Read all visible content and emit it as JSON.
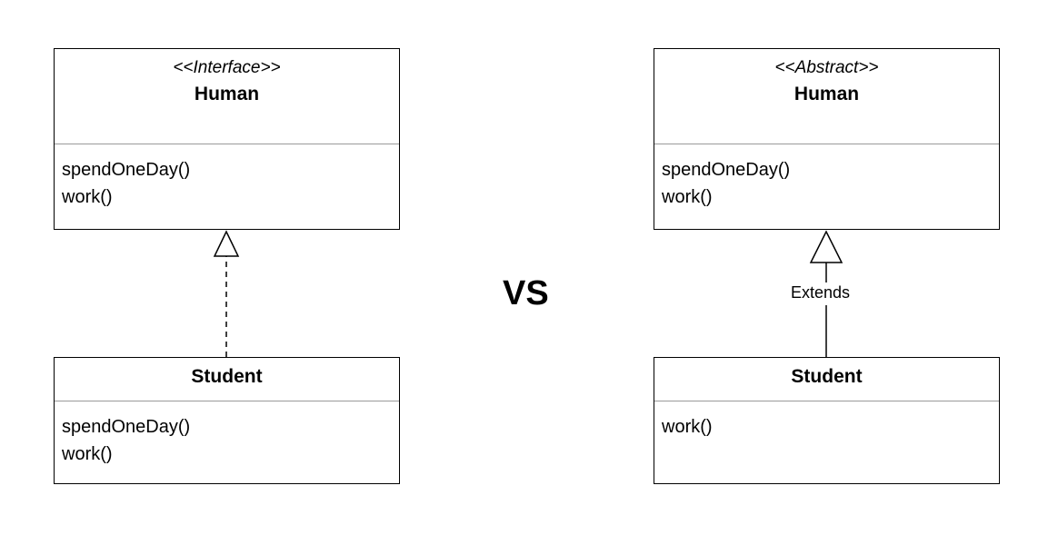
{
  "left": {
    "parent": {
      "stereotype": "<<Interface>>",
      "name": "Human",
      "methods": [
        "spendOneDay()",
        "work()"
      ]
    },
    "child": {
      "name": "Student",
      "methods": [
        "spendOneDay()",
        "work()"
      ]
    }
  },
  "center": {
    "label": "VS"
  },
  "right": {
    "parent": {
      "stereotype": "<<Abstract>>",
      "name": "Human",
      "methods": [
        "spendOneDay()",
        "work()"
      ]
    },
    "relation_label": "Extends",
    "child": {
      "name": "Student",
      "methods": [
        "work()"
      ]
    }
  }
}
